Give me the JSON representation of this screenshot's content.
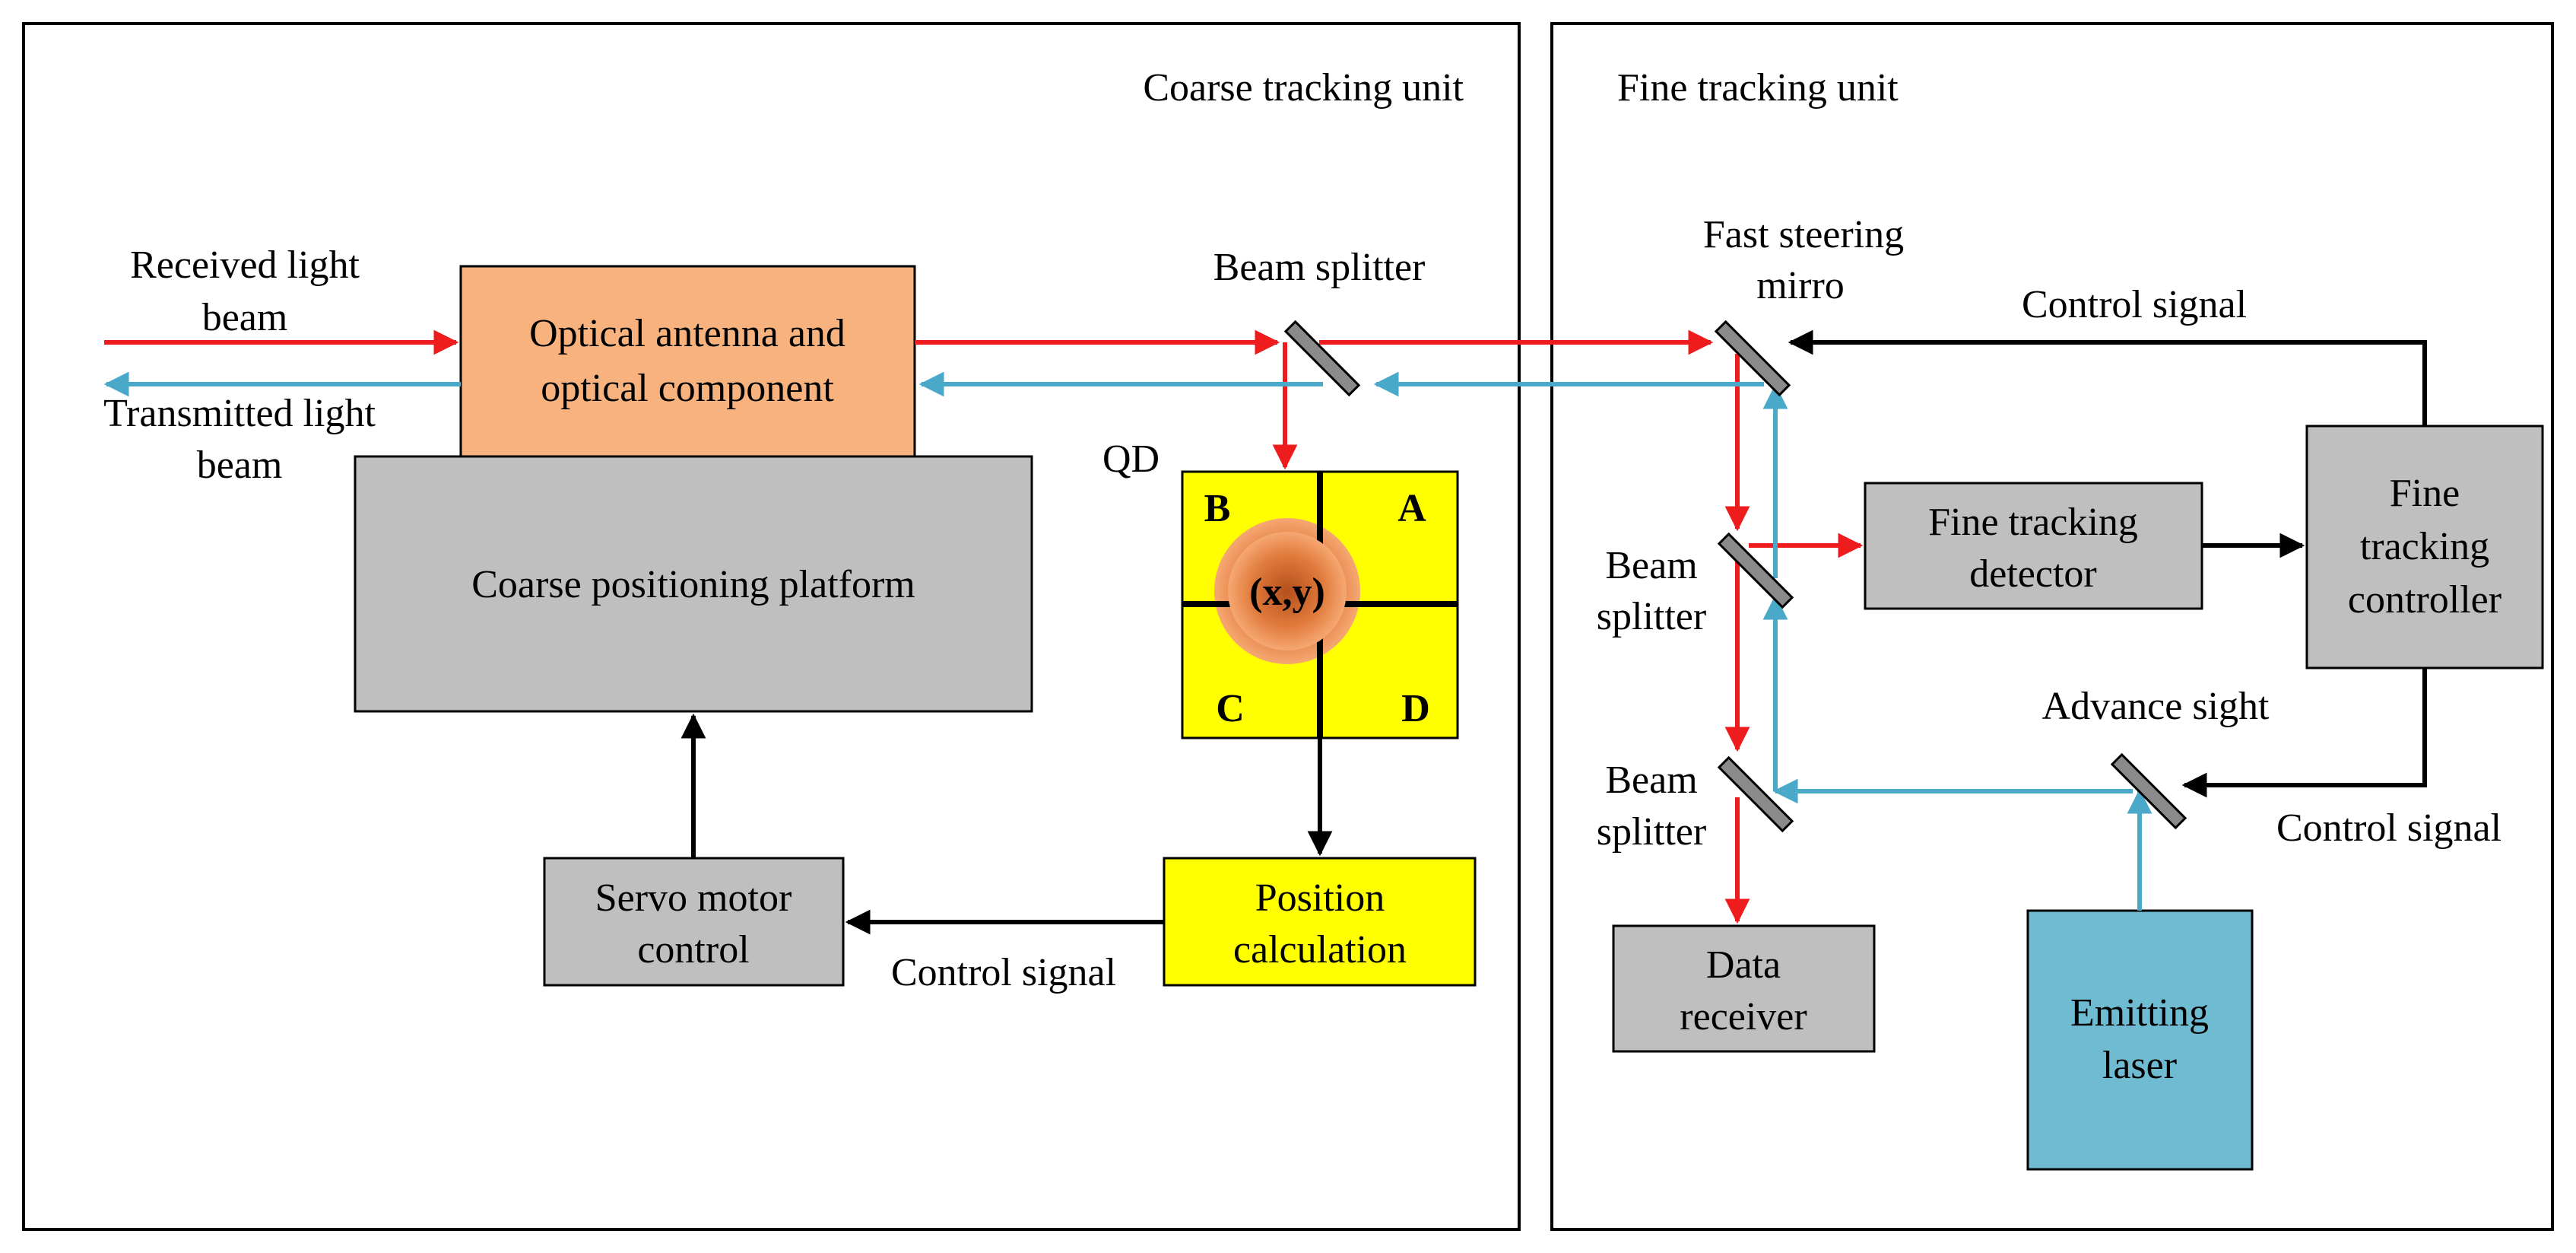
{
  "units": {
    "coarse_title": "Coarse tracking unit",
    "fine_title": "Fine tracking unit"
  },
  "labels": {
    "received_1": "Received light",
    "received_2": "beam",
    "transmitted_1": "Transmitted light",
    "transmitted_2": "beam",
    "beam_splitter_top": "Beam splitter",
    "qd": "QD",
    "coarse_control_signal": "Control signal",
    "fsm_1": "Fast steering",
    "fsm_2": "mirro",
    "fine_control_signal_top": "Control signal",
    "bs_mid_1": "Beam",
    "bs_mid_2": "splitter",
    "bs_low_1": "Beam",
    "bs_low_2": "splitter",
    "advance_sight": "Advance sight",
    "fine_control_signal_bottom": "Control signal"
  },
  "blocks": {
    "optical_antenna_1": "Optical antenna and",
    "optical_antenna_2": "optical component",
    "coarse_platform": "Coarse positioning platform",
    "servo_1": "Servo motor",
    "servo_2": "control",
    "position_1": "Position",
    "position_2": "calculation",
    "fine_detector_1": "Fine tracking",
    "fine_detector_2": "detector",
    "fine_controller_1": "Fine",
    "fine_controller_2": "tracking",
    "fine_controller_3": "controller",
    "data_receiver_1": "Data",
    "data_receiver_2": "receiver",
    "emitting_laser_1": "Emitting",
    "emitting_laser_2": "laser"
  },
  "qd": {
    "quadrant_b": "B",
    "quadrant_a": "A",
    "quadrant_c": "C",
    "quadrant_d": "D",
    "spot": "(x,y)"
  },
  "colors": {
    "received_beam": "#ee1c1c",
    "transmitted_beam": "#4aa8c8",
    "control": "#000000",
    "optical_block": "#f7b27e",
    "gray_block": "#bfbfbf",
    "yellow_block": "#ffff00",
    "laser_block": "#6fbcd2"
  }
}
